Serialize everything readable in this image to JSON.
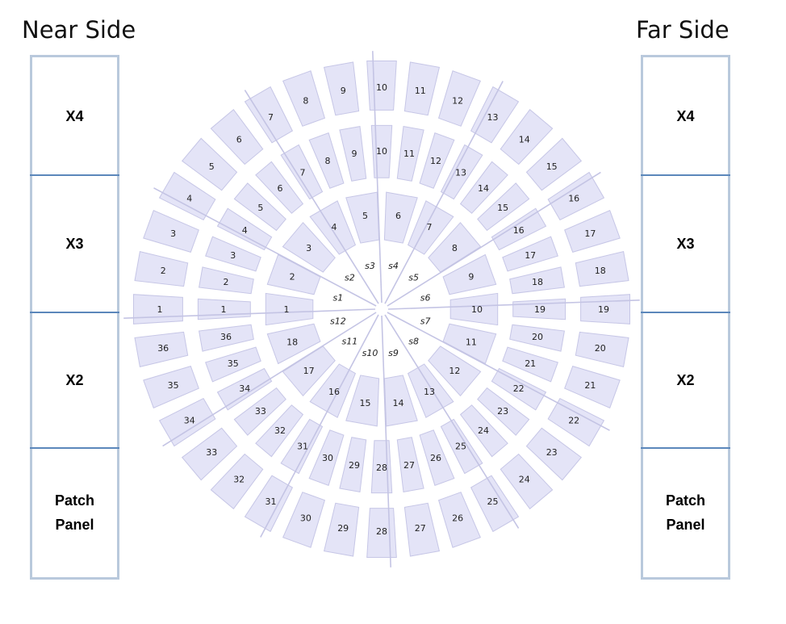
{
  "near_side": {
    "title": "Near Side",
    "slots": [
      "X4",
      "X3",
      "X2",
      "Patch\nPanel"
    ]
  },
  "far_side": {
    "title": "Far Side",
    "slots": [
      "X4",
      "X3",
      "X2",
      "Patch\nPanel"
    ]
  },
  "wheel": {
    "colors": {
      "segment_fill": "#e4e4f7",
      "segment_stroke": "#c6c6e6",
      "separator": "#c4c4e4"
    },
    "center_labels": [
      "s1",
      "s2",
      "s3",
      "s4",
      "s5",
      "s6",
      "s7",
      "s8",
      "s9",
      "s10",
      "s11",
      "s12"
    ],
    "inner_ring_labels": [
      "1",
      "2",
      "3",
      "4",
      "5",
      "6",
      "7",
      "8",
      "9",
      "10",
      "11",
      "12",
      "13",
      "14",
      "15",
      "16",
      "17",
      "18"
    ],
    "middle_ring_labels": [
      "1",
      "2",
      "3",
      "4",
      "5",
      "6",
      "7",
      "8",
      "9",
      "10",
      "11",
      "12",
      "13",
      "14",
      "15",
      "16",
      "17",
      "18",
      "19",
      "20",
      "21",
      "22",
      "23",
      "24",
      "25",
      "26",
      "27",
      "28",
      "29",
      "30",
      "31",
      "32",
      "33",
      "34",
      "35",
      "36"
    ],
    "outer_ring_labels": [
      "1",
      "2",
      "3",
      "4",
      "5",
      "6",
      "7",
      "8",
      "9",
      "10",
      "11",
      "12",
      "13",
      "14",
      "15",
      "16",
      "17",
      "18",
      "19",
      "20",
      "21",
      "22",
      "23",
      "24",
      "25",
      "26",
      "27",
      "28",
      "29",
      "30",
      "31",
      "32",
      "33",
      "34",
      "35",
      "36"
    ]
  }
}
